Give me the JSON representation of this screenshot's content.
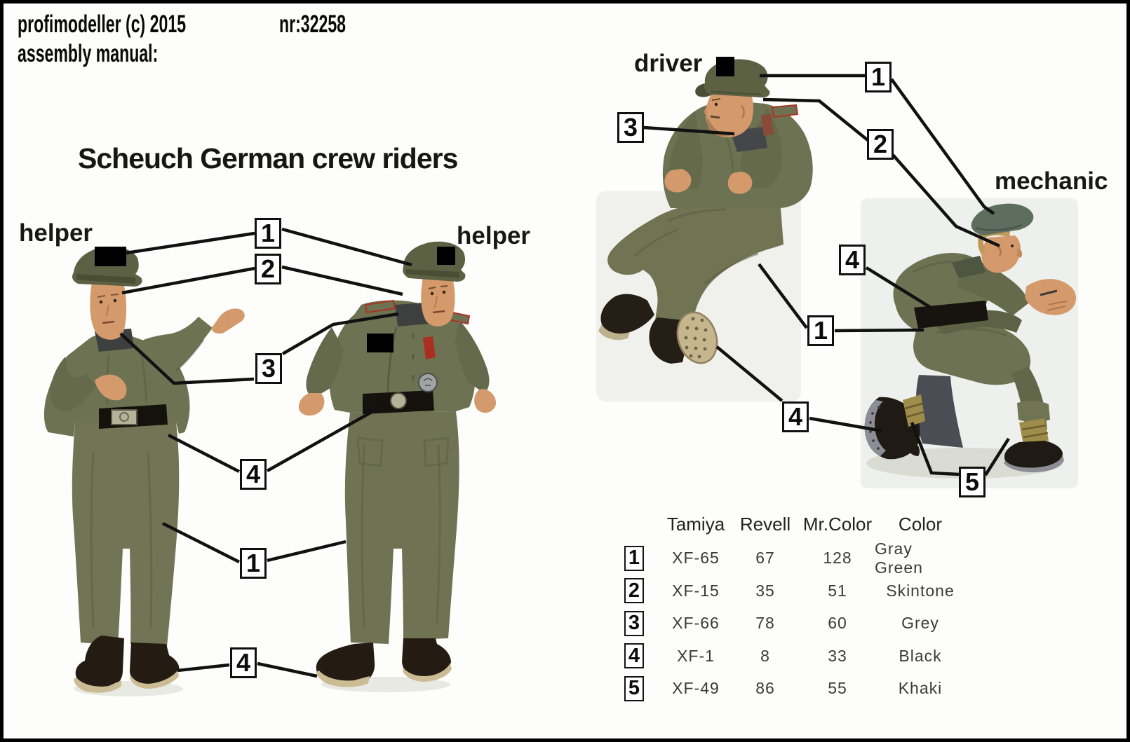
{
  "header": {
    "publisher": "profimodeller (c) 2015",
    "number": "nr:32258",
    "subtitle": "assembly manual:"
  },
  "title": "Scheuch German crew riders",
  "figure_labels": {
    "helper_left": "helper",
    "helper_right": "helper",
    "driver": "driver",
    "mechanic": "mechanic"
  },
  "callouts": {
    "helpers_cap": "1",
    "helpers_face": "2",
    "helpers_collar": "3",
    "helpers_belt": "4",
    "helpers_trousers": "1",
    "helpers_boots": "4",
    "driver_cap": "1",
    "driver_collar": "3",
    "driver_face": "2",
    "mechanic_belt": "4",
    "mechanic_trousers": "1",
    "mechanic_boots": "4",
    "mechanic_gaiters": "5"
  },
  "paint_table": {
    "headers": [
      "Tamiya",
      "Revell",
      "Mr.Color",
      "Color"
    ],
    "rows": [
      {
        "num": "1",
        "tamiya": "XF-65",
        "revell": "67",
        "mr_color": "128",
        "color": "Gray Green"
      },
      {
        "num": "2",
        "tamiya": "XF-15",
        "revell": "35",
        "mr_color": "51",
        "color": "Skintone"
      },
      {
        "num": "3",
        "tamiya": "XF-66",
        "revell": "78",
        "mr_color": "60",
        "color": "Grey"
      },
      {
        "num": "4",
        "tamiya": "XF-1",
        "revell": "8",
        "mr_color": "33",
        "color": "Black"
      },
      {
        "num": "5",
        "tamiya": "XF-49",
        "revell": "86",
        "mr_color": "55",
        "color": "Khaki"
      }
    ]
  },
  "palette": {
    "uniform_green": "#6d7252",
    "cap_green": "#5c6144",
    "skin": "#d59a6c",
    "boot_black": "#221c14",
    "belt_black": "#15120e",
    "gaiter_khaki": "#9e8c4a",
    "sole_tan": "#c6b68e",
    "red_piping": "#a83424",
    "line_black": "#111111"
  }
}
